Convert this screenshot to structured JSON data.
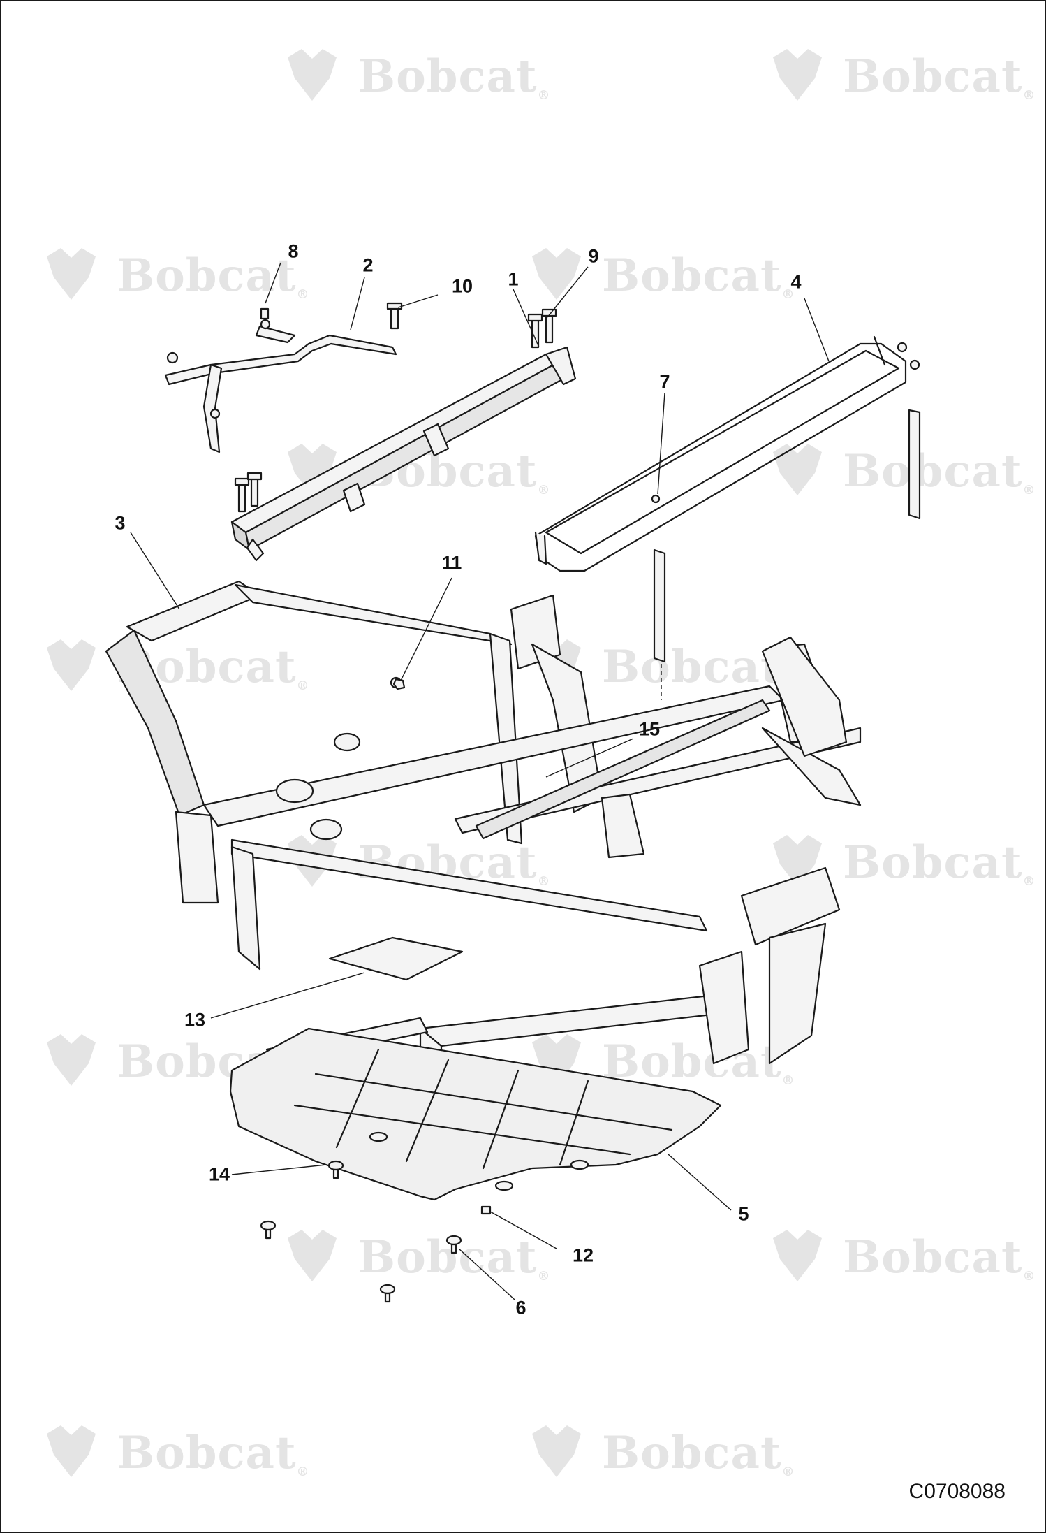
{
  "watermark": {
    "brand": "Bobcat",
    "reg": "®",
    "logo_icon": "bobcat-head-logo-icon",
    "color": "#e4e4e4"
  },
  "figure_id": "C0708088",
  "callouts": {
    "c1": "1",
    "c2": "2",
    "c3": "3",
    "c4": "4",
    "c5": "5",
    "c6": "6",
    "c7": "7",
    "c8": "8",
    "c9": "9",
    "c10": "10",
    "c11": "11",
    "c12": "12",
    "c13": "13",
    "c14": "14",
    "c15": "15"
  },
  "colors": {
    "line": "#1a1a1a",
    "part_fill": "#f4f4f4",
    "part_shade": "#d8d8d8"
  }
}
